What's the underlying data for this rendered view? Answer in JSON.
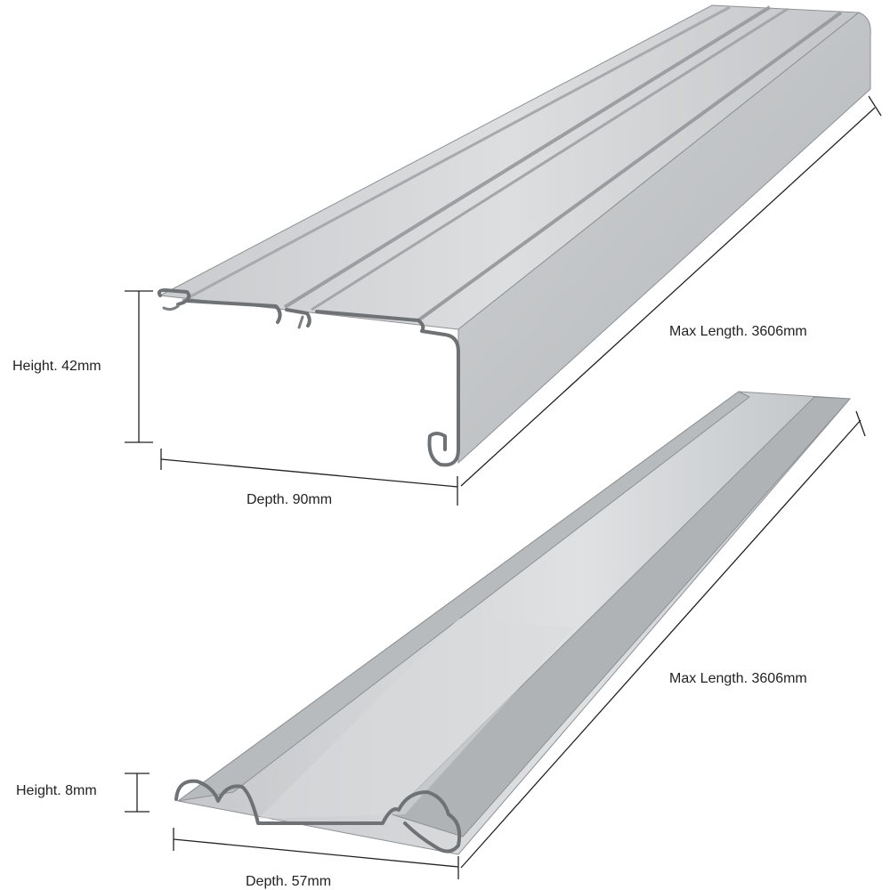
{
  "top_track": {
    "height_label": "Height. 42mm",
    "depth_label": "Depth. 90mm",
    "length_label": "Max Length. 3606mm"
  },
  "bottom_track": {
    "height_label": "Height. 8mm",
    "depth_label": "Depth. 57mm",
    "length_label": "Max Length. 3606mm"
  },
  "colors": {
    "metal_light": "#d6d8da",
    "metal_mid": "#b9bcbf",
    "metal_dark": "#8e9194",
    "edge": "#6f7275",
    "dimension_line": "#222222"
  }
}
